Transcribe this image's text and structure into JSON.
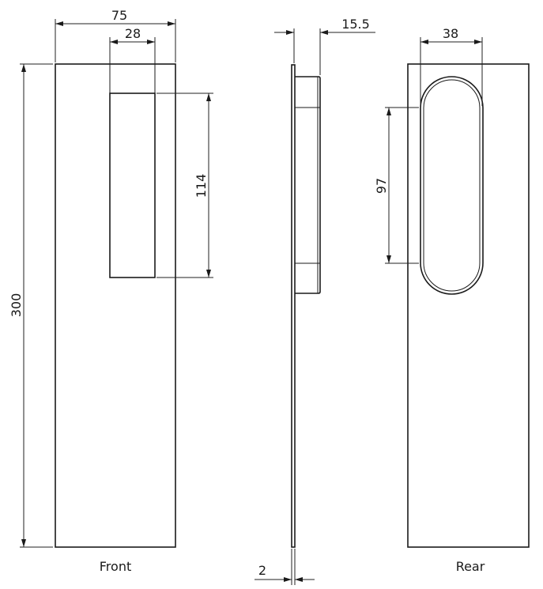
{
  "drawing": {
    "units": "mm",
    "views": {
      "front": {
        "label": "Front",
        "dimensions": {
          "overall_width": "75",
          "recess_width": "28",
          "recess_height": "114",
          "overall_height": "300"
        }
      },
      "side": {
        "dimensions": {
          "depth": "15.5",
          "plate_thickness": "2"
        }
      },
      "rear": {
        "label": "Rear",
        "dimensions": {
          "oval_width": "38",
          "oval_straight_length": "97"
        }
      }
    },
    "colors": {
      "line": "#1a1a1a",
      "background": "#ffffff"
    }
  }
}
